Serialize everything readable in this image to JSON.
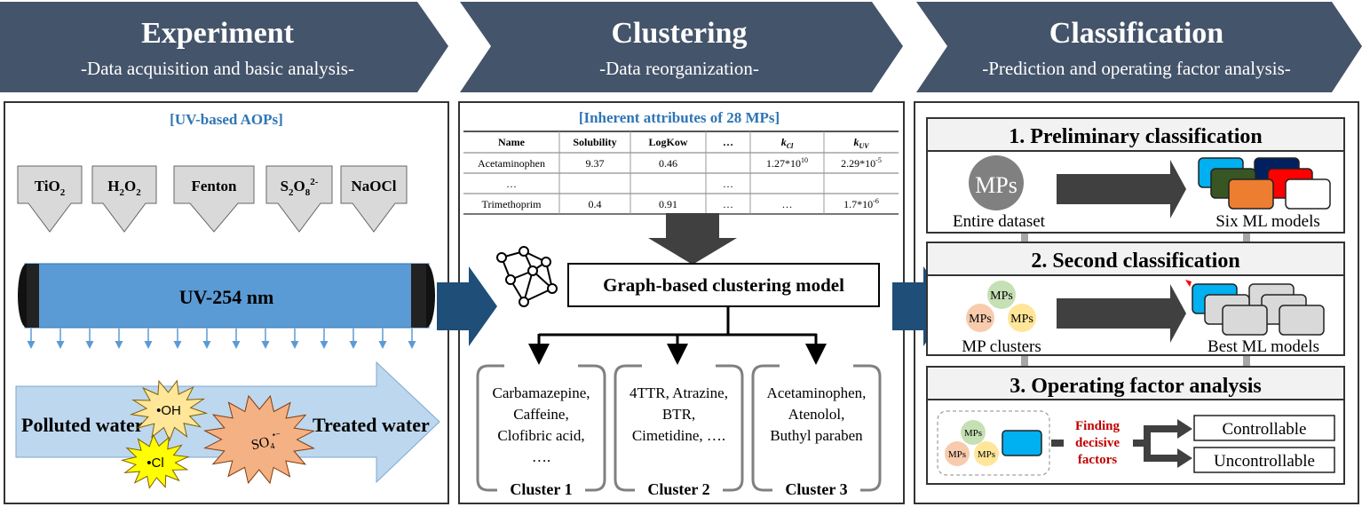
{
  "headers": [
    {
      "title": "Experiment",
      "subtitle": "-Data acquisition and basic analysis-"
    },
    {
      "title": "Clustering",
      "subtitle": "-Data reorganization-"
    },
    {
      "title": "Classification",
      "subtitle": "-Prediction and operating factor analysis-"
    }
  ],
  "experiment": {
    "title": "[UV-based AOPs]",
    "reagents": [
      {
        "parts": [
          "TiO",
          "2",
          ""
        ]
      },
      {
        "parts": [
          "H",
          "2",
          "O",
          "2"
        ]
      },
      {
        "parts": [
          "Fenton"
        ]
      },
      {
        "parts": [
          "S",
          "2",
          "O",
          "8",
          "2-"
        ]
      },
      {
        "parts": [
          "NaOCl"
        ]
      }
    ],
    "lamp_label": "UV-254 nm",
    "inlet_label": "Polluted water",
    "outlet_label": "Treated water",
    "radicals": {
      "oh": "•OH",
      "cl": "•Cl",
      "so4": "SO",
      "so4_sub": "4",
      "so4_sup": "•−"
    }
  },
  "clustering": {
    "title": "[Inherent attributes of 28 MPs]",
    "table": {
      "headers": [
        "Name",
        "Solubility",
        "LogKow",
        "…",
        "k",
        "k"
      ],
      "header_subs": [
        "",
        "",
        "",
        "",
        "Cl",
        "UV"
      ],
      "rows": [
        [
          "Acetaminophen",
          "9.37",
          "0.46",
          "",
          "1.27*10",
          "2.29*10"
        ],
        [
          "…",
          "",
          "",
          "…",
          "",
          ""
        ],
        [
          "Trimethoprim",
          "0.4",
          "0.91",
          "…",
          "…",
          "1.7*10"
        ]
      ],
      "row_sups": [
        [
          "",
          "",
          "",
          "",
          "10",
          "-5"
        ],
        [
          "",
          "",
          "",
          "",
          "",
          ""
        ],
        [
          "",
          "",
          "",
          "",
          "",
          "-6"
        ]
      ]
    },
    "model_label": "Graph-based  clustering model",
    "clusters": [
      {
        "name": "Cluster 1",
        "members": [
          "Carbamazepine,",
          "Caffeine,",
          "Clofibric acid,",
          "…."
        ]
      },
      {
        "name": "Cluster 2",
        "members": [
          "4TTR, Atrazine,",
          "BTR,",
          "Cimetidine, …."
        ]
      },
      {
        "name": "Cluster 3",
        "members": [
          "Acetaminophen,",
          "Atenolol,",
          "Buthyl paraben"
        ]
      }
    ]
  },
  "classification": {
    "sections": [
      {
        "title": "1. Preliminary classification",
        "left_label": "Entire dataset",
        "right_label": "Six ML models",
        "circle": "MPs"
      },
      {
        "title": "2. Second classification",
        "left_label": "MP clusters",
        "right_label": "Best ML models",
        "circle": "MPs"
      },
      {
        "title": "3. Operating factor analysis",
        "finding": [
          "Finding",
          "decisive",
          "factors"
        ],
        "outcomes": [
          "Controllable",
          "Uncontrollable"
        ],
        "circle": "MPs"
      }
    ],
    "model_colors": [
      "#00b0f0",
      "#002060",
      "#375623",
      "#ff0000",
      "#ed7d31",
      "#ffffff"
    ]
  },
  "colors": {
    "header": "#44546a",
    "accent_blue": "#2e75b6",
    "arrow_blue": "#1f4e79",
    "finding_red": "#c00000",
    "lamp": "#5b9bd5",
    "flow": "#bdd7ee"
  }
}
